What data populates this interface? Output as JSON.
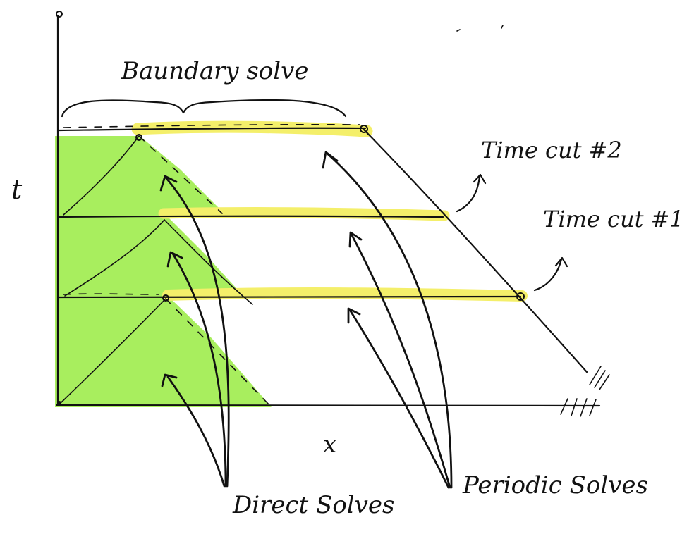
{
  "labels": {
    "boundary": "Baundary solve",
    "time_cut_2": "Time cut #2",
    "time_cut_1": "Time cut #1",
    "axis_t": "t",
    "axis_x": "x",
    "direct": "Direct Solves",
    "periodic": "Periodic Solves"
  },
  "colors": {
    "fill_green": "#a8ee5e",
    "highlight_yellow": "#f4ef6a",
    "ink": "#111111"
  }
}
